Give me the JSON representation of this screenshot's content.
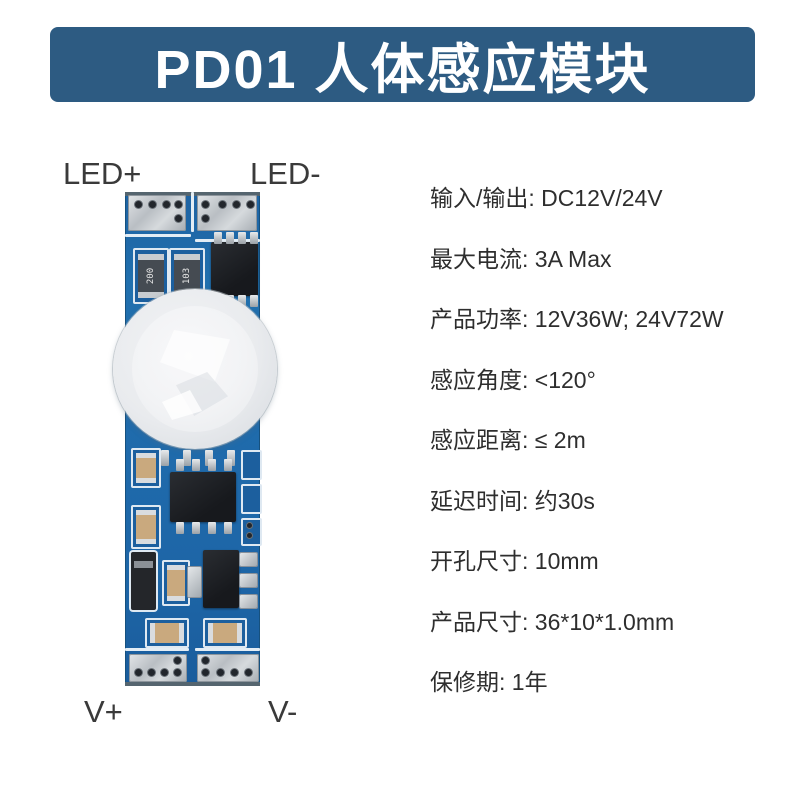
{
  "banner": {
    "title": "PD01 人体感应模块",
    "bg_color": "#2d5b82",
    "text_color": "#ffffff"
  },
  "module": {
    "pin_labels": {
      "top_left": "LED+",
      "top_right": "LED-",
      "bottom_left": "V+",
      "bottom_right": "V-"
    },
    "resistor_markings": [
      "200",
      "103"
    ],
    "board_color": "#2170ae",
    "lens_color": "#f2f3f5",
    "pad_color": "#c5cacf"
  },
  "specs": [
    {
      "text": "输入/输出: DC12V/24V"
    },
    {
      "text": "最大电流: 3A Max"
    },
    {
      "text": "产品功率: 12V36W; 24V72W"
    },
    {
      "text": "感应角度: <120°"
    },
    {
      "text": "感应距离: ≤ 2m"
    },
    {
      "text": "延迟时间: 约30s"
    },
    {
      "text": "开孔尺寸: 10mm"
    },
    {
      "text": "产品尺寸: 36*10*1.0mm"
    },
    {
      "text": "保修期: 1年"
    }
  ]
}
